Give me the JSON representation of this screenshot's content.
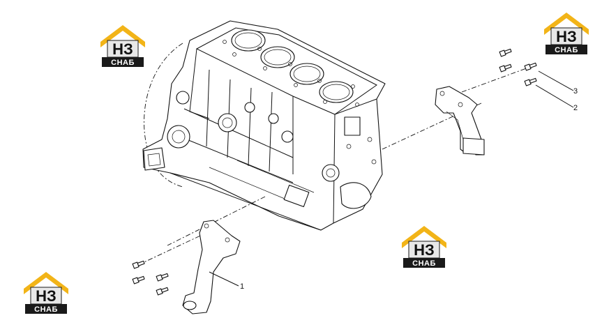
{
  "watermark": {
    "letters": "НЗ",
    "word": "СНАБ",
    "colors": {
      "roof": "#f2b418",
      "dark": "#1a1a1a",
      "panel": "#e8e8e8"
    }
  },
  "callouts": [
    {
      "id": "1",
      "label": "1"
    },
    {
      "id": "2",
      "label": "2"
    },
    {
      "id": "3",
      "label": "3"
    }
  ]
}
